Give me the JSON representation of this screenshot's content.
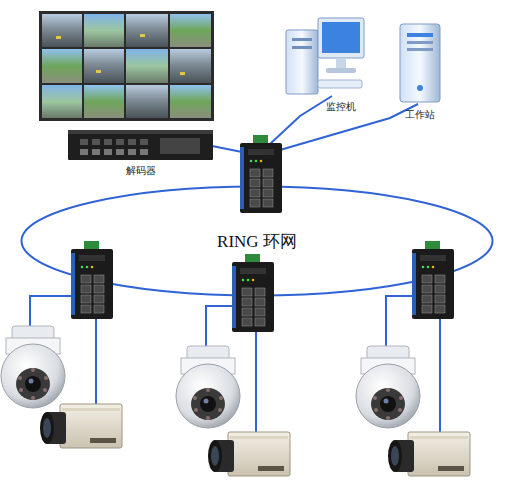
{
  "diagram": {
    "nodes": [
      {
        "text": [
          "监控机"
        ]
      },
      {
        "text": [
          "工作站"
        ]
      },
      {
        "text": [
          "解码器"
        ]
      },
      {
        "text": [
          "RING 环网"
        ]
      }
    ]
  }
}
